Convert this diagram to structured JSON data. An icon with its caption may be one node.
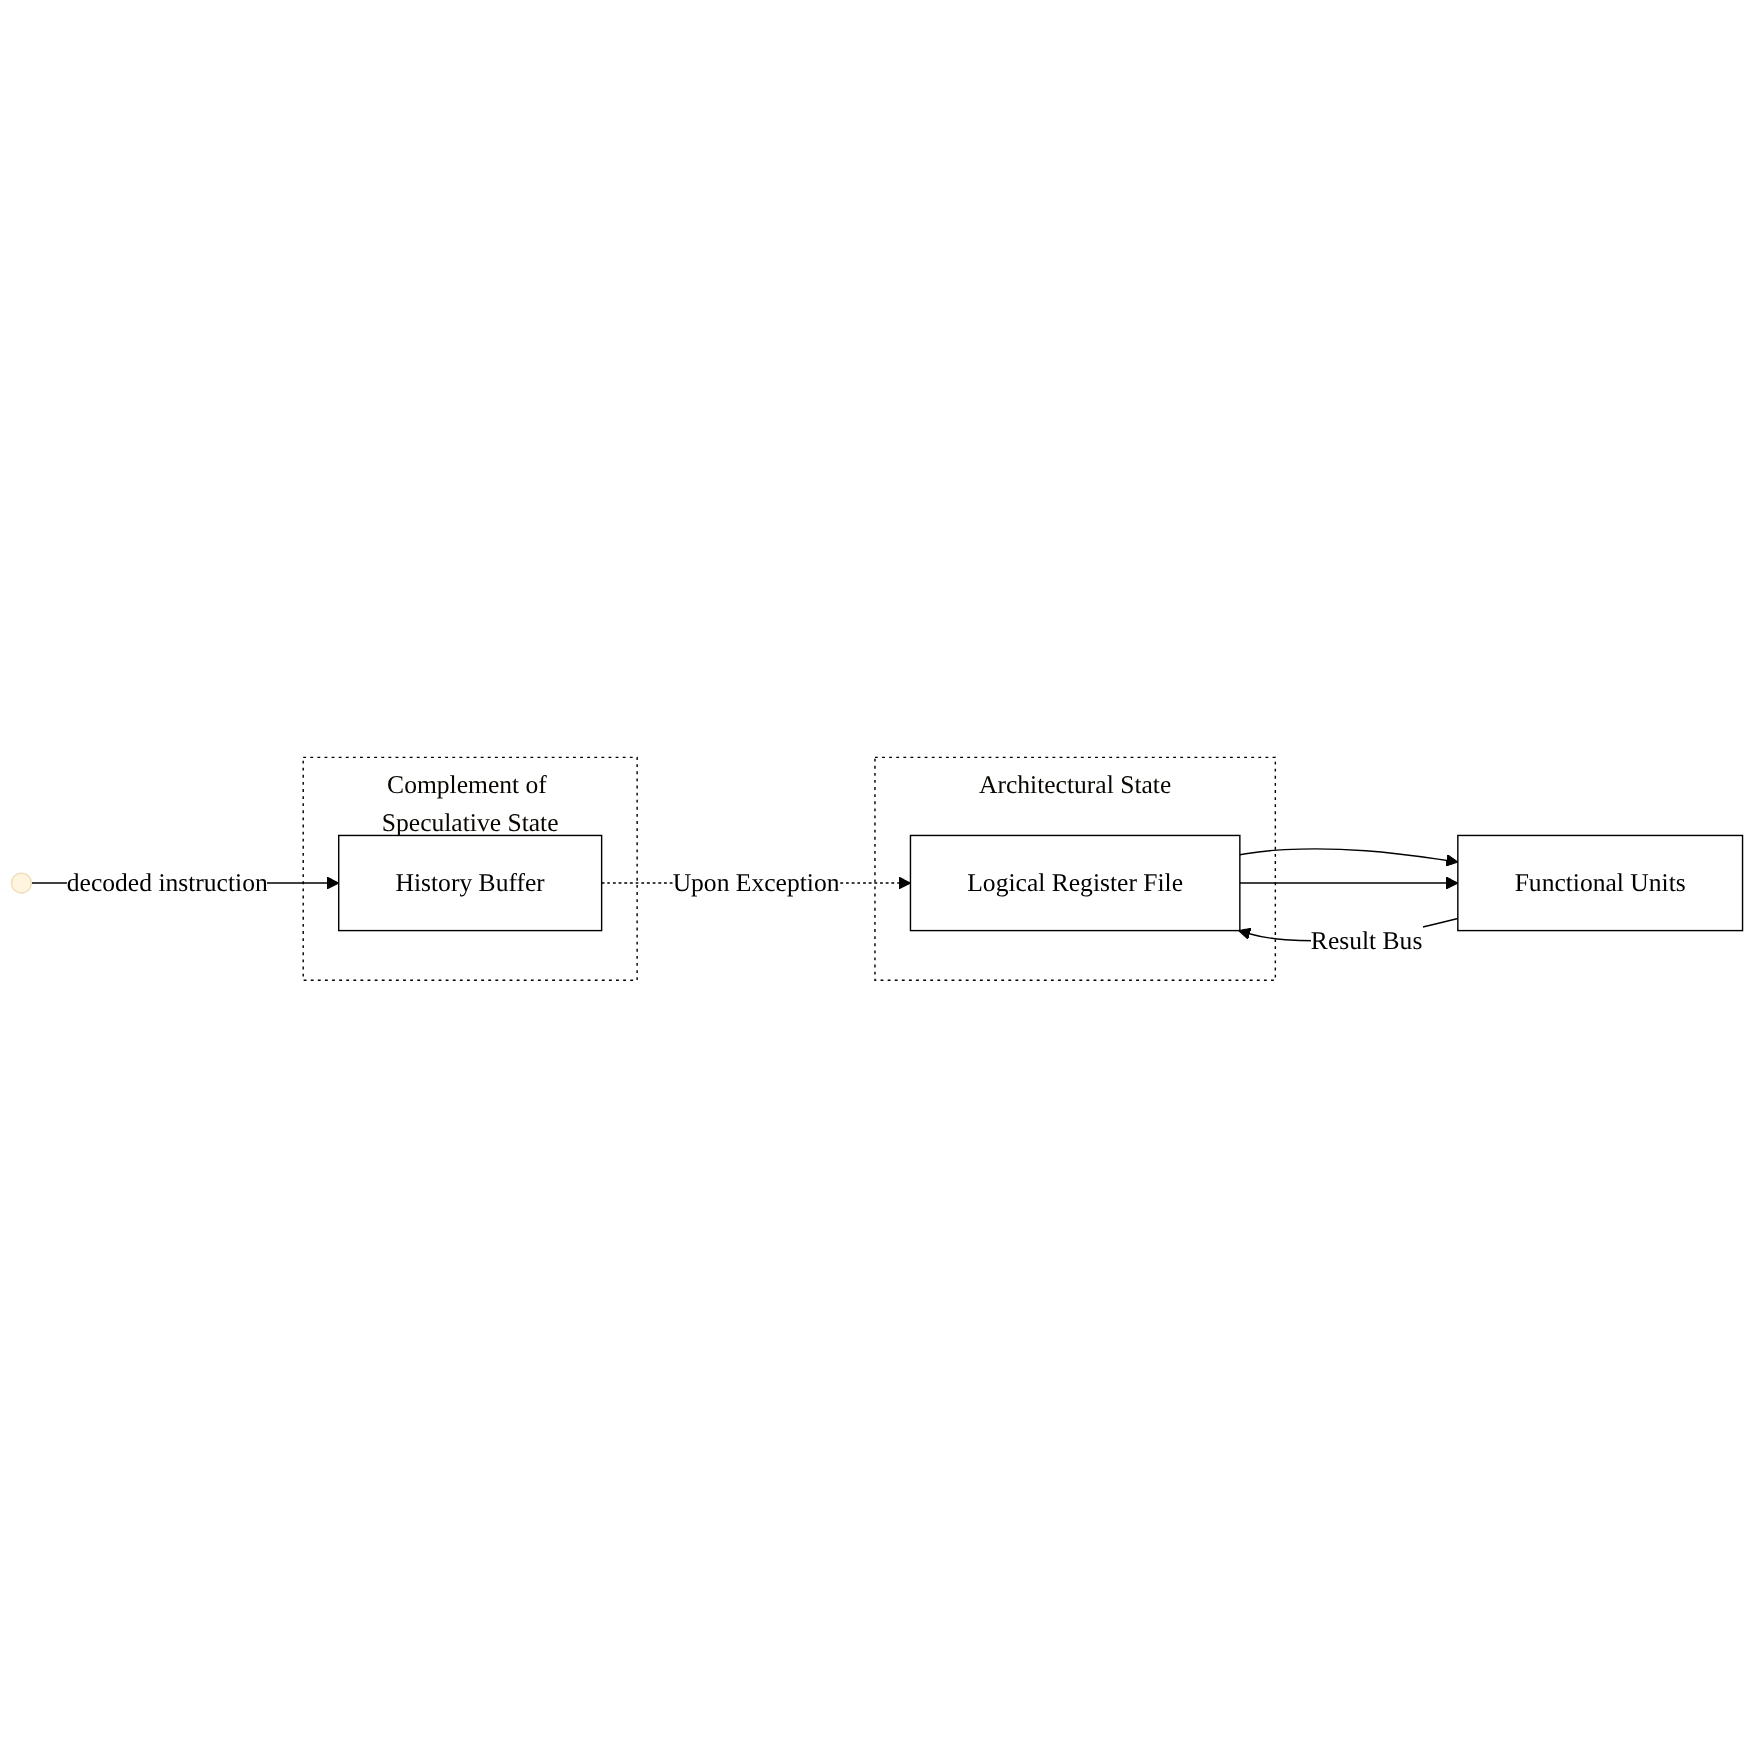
{
  "diagram": {
    "nodes": [
      {
        "text": [
          "Architectural State"
        ]
      },
      {
        "text": [
          "Logical Register File"
        ],
        "in": 0
      },
      {
        "text": [
          "Functional Units"
        ]
      },
      {
        "text": [
          "Complement of Speculative State"
        ]
      },
      {
        "text": [
          "History Buffer"
        ],
        "in": 3
      }
    ],
    "edges": [
      {
        "from": 1,
        "to": 2,
        "arrow": "to"
      },
      {
        "from": 1,
        "to": 2,
        "arrow": "to"
      },
      {
        "from": 2,
        "to": 1,
        "arrow": "to",
        "label": "Result Bus"
      },
      {
        "from": 4,
        "to": 1,
        "arrow": "to",
        "label": "Upon Exception",
        "style": "dashed"
      },
      {
        "from": null,
        "to": 4,
        "arrow": "to",
        "label": "decoded instruction"
      }
    ]
  }
}
